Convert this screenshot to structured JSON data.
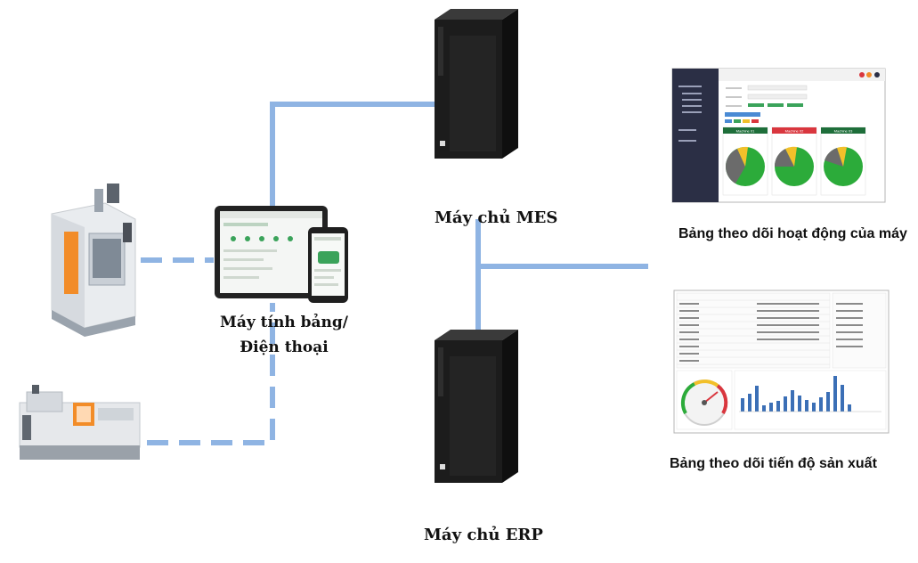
{
  "labels": {
    "mes_server": "Máy chủ MES",
    "erp_server": "Máy chủ ERP",
    "tablet_line1": "Máy tính bảng/",
    "tablet_line2": "Điện thoại",
    "machine_dashboard": "Bảng theo dõi hoạt động của máy",
    "production_dashboard": "Bảng theo dõi tiến độ sản xuất"
  },
  "dashboard_machine": {
    "panels": [
      {
        "title": "Machine 01"
      },
      {
        "title": "Machine 02"
      },
      {
        "title": "Machine 03"
      }
    ]
  },
  "colors": {
    "link_line": "#8fb4e3",
    "server_body": "#1c1c1c",
    "panel_header_normal": "#1e6e3a",
    "panel_header_alert": "#d9363e",
    "pie_green": "#2cab3a",
    "pie_gray": "#6b6b6b",
    "pie_yellow": "#f2c02a",
    "sidebar_dark": "#2b2f45",
    "bar_blue": "#3b6fb6"
  }
}
